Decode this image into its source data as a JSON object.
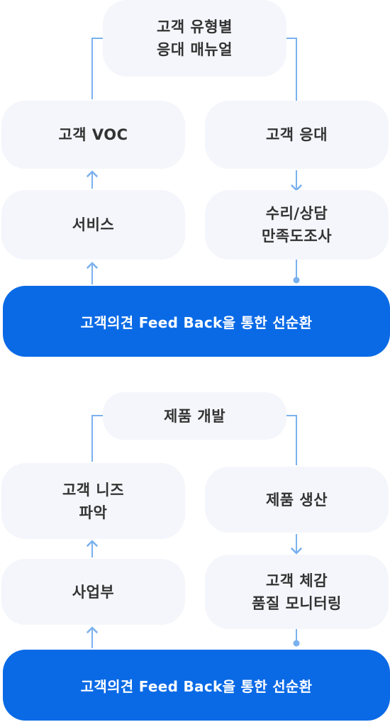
{
  "cycles": [
    {
      "top": "고객 유형별\n응대 매뉴얼",
      "left_upper": "고객 VOC",
      "left_lower": "서비스",
      "right_upper": "고객 응대",
      "right_lower": "수리/상담\n만족도조사",
      "bar": "고객의견 Feed Back을 통한 선순환"
    },
    {
      "top": "제품 개발",
      "left_upper": "고객 니즈\n파악",
      "left_lower": "사업부",
      "right_upper": "제품 생산",
      "right_lower": "고객 체감\n품질 모니터링",
      "bar": "고객의견 Feed Back을 통한 선순환"
    }
  ],
  "colors": {
    "accent": "#0a6ae6",
    "connector": "#7ab1ee",
    "node_bg": "#f5f6fb",
    "text": "#333333"
  }
}
